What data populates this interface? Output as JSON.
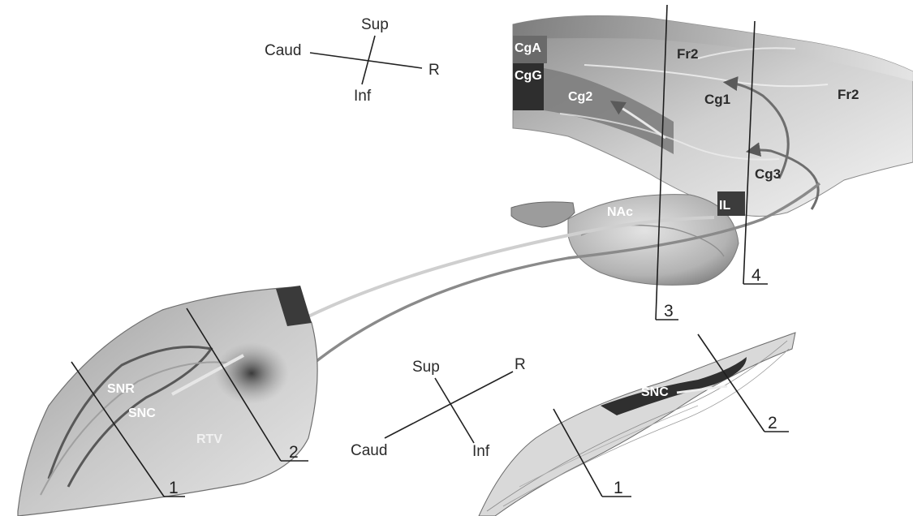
{
  "orientation_top": {
    "sup": "Sup",
    "inf": "Inf",
    "caud": "Caud",
    "r": "R"
  },
  "orientation_bottom": {
    "sup": "Sup",
    "inf": "Inf",
    "caud": "Caud",
    "r": "R"
  },
  "cortex_labels": {
    "cga": "CgA",
    "cgg": "CgG",
    "fr2_a": "Fr2",
    "fr2_b": "Fr2",
    "cg1": "Cg1",
    "cg2": "Cg2",
    "cg3": "Cg3",
    "il": "IL"
  },
  "striatum_labels": {
    "nac": "NAc"
  },
  "midbrain_labels": {
    "snr": "SNR",
    "snc": "SNC",
    "rtv": "RTV"
  },
  "slab_labels": {
    "snc": "SNC"
  },
  "section_numbers": {
    "cortex_3": "3",
    "cortex_4": "4",
    "midbrain_1": "1",
    "midbrain_2": "2",
    "slab_1": "1",
    "slab_2": "2"
  },
  "colors": {
    "background": "#ffffff",
    "structure_light": "#d8d8d8",
    "structure_mid": "#9a9a9a",
    "structure_dark": "#3a3a3a",
    "line": "#222222"
  }
}
